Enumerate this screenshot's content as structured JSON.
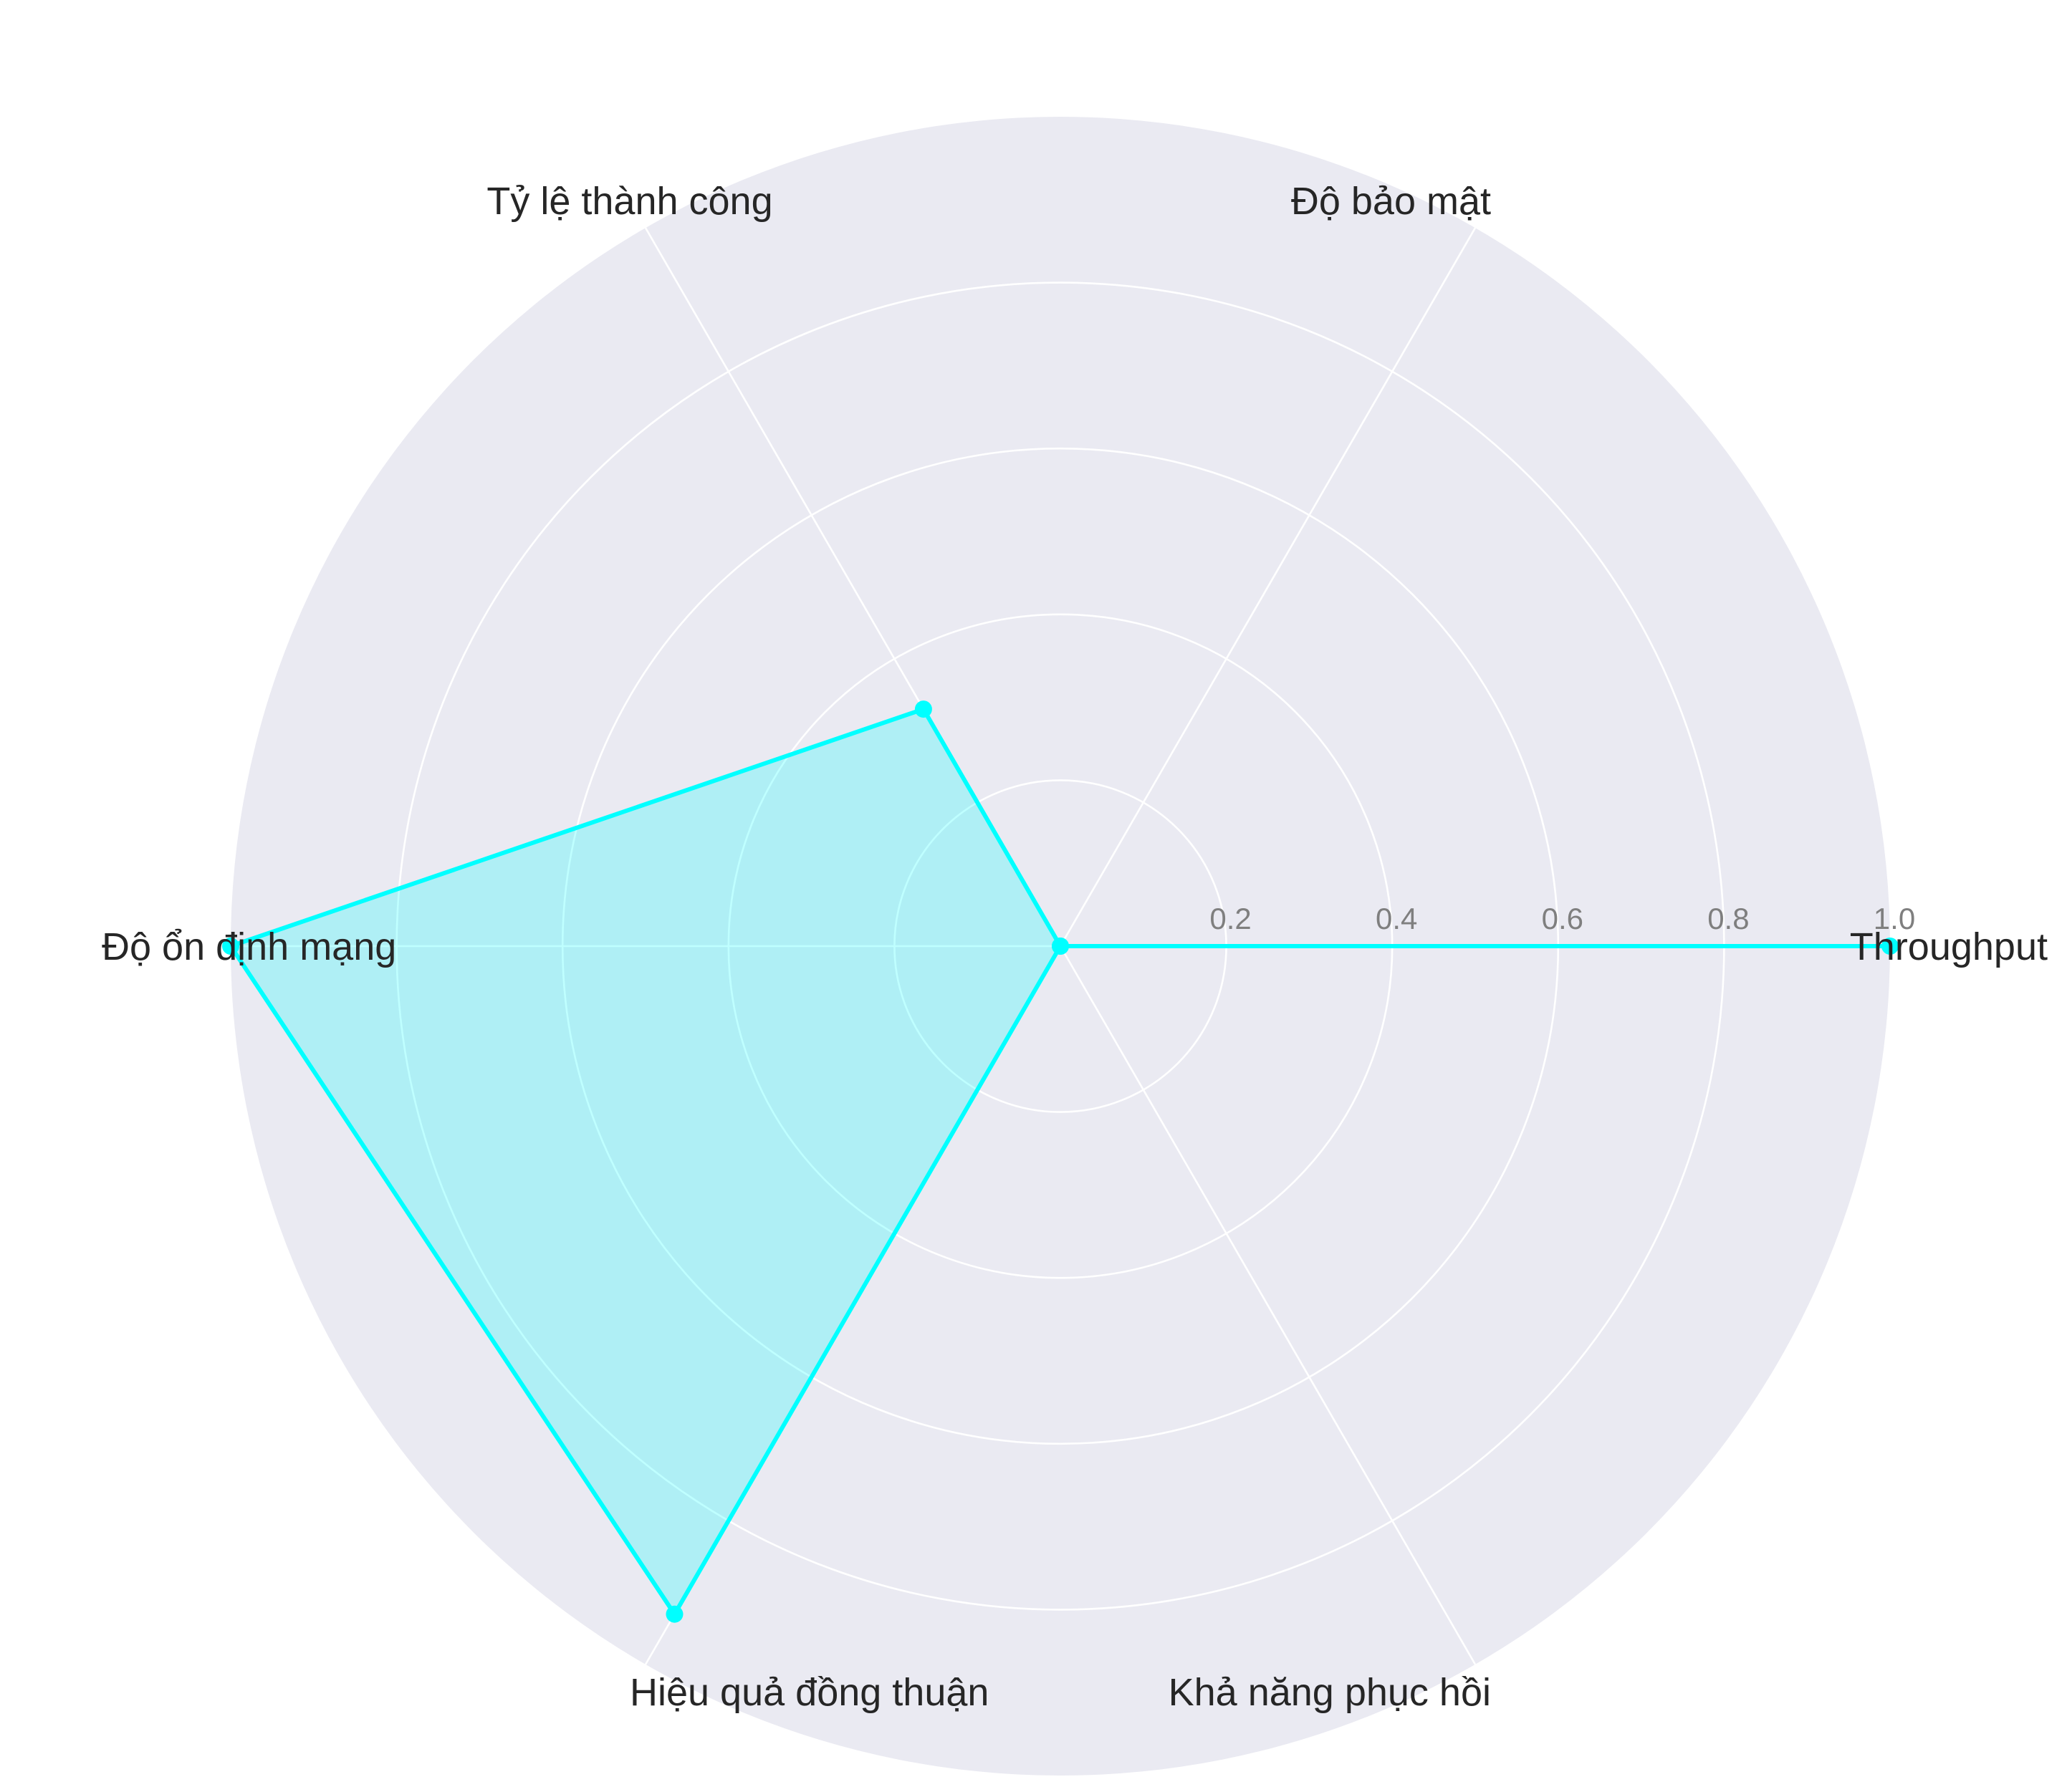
{
  "chart_data": {
    "type": "radar",
    "categories": [
      "Throughput",
      "Độ bảo mật",
      "Tỷ lệ thành công",
      "Độ ổn định mạng",
      "Hiệu quả đồng thuận",
      "Khả năng phục hồi"
    ],
    "series": [
      {
        "values": [
          1.0,
          0.0,
          0.33,
          1.0,
          0.93,
          0.0
        ],
        "color": "#00ffff",
        "fill": "#00ffff",
        "fill_opacity": 0.25
      }
    ],
    "rlim": [
      0,
      1.0
    ],
    "r_ticks": [
      0.2,
      0.4,
      0.6,
      0.8,
      1.0
    ],
    "r_tick_labels": [
      "0.2",
      "0.4",
      "0.6",
      "0.8",
      "1.0"
    ],
    "grid": true,
    "background_color": "#eaeaf2",
    "grid_color": "#ffffff"
  }
}
